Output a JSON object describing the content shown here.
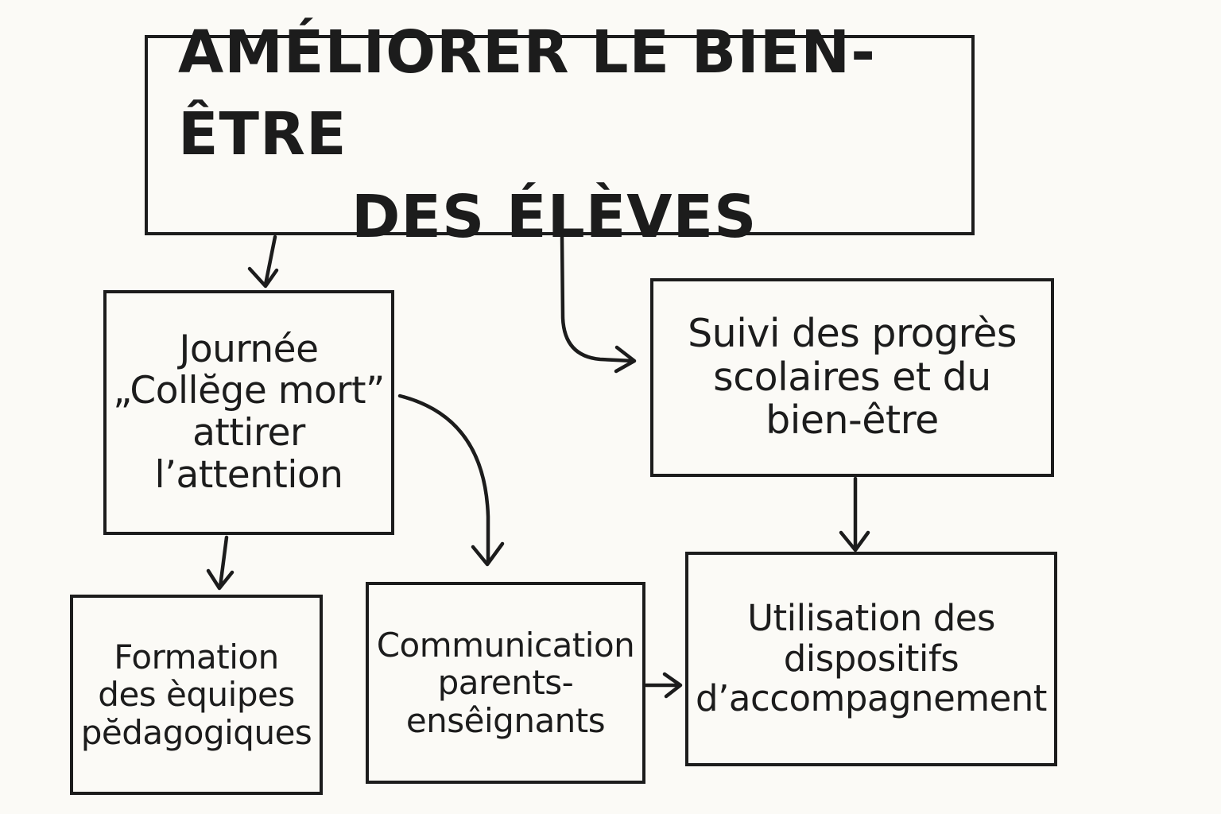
{
  "diagram": {
    "type": "flowchart",
    "style": "hand-drawn",
    "colors": {
      "background": "#fbfaf6",
      "stroke": "#1c1c1c",
      "text": "#1c1c1c"
    },
    "nodes": {
      "root": {
        "id": "root",
        "line1": "AMÉLIORER LE BIEN-ÊTRE",
        "line2": "DES ÉLÈVES"
      },
      "journee": {
        "id": "journee",
        "label": "Journée\n„Collĕge mort”\nattirer\nl’attention"
      },
      "suivi": {
        "id": "suivi",
        "label": "Suivi des progrès\nscolaires et du\nbien-être"
      },
      "formation": {
        "id": "formation",
        "label": "Formation\ndes èquipes\npĕdagogiques"
      },
      "communication": {
        "id": "communication",
        "label": "Communication\nparents-\nensêignants"
      },
      "utilisation": {
        "id": "utilisation",
        "label": "Utilisation des\ndispositifs\nd’accompagnement"
      }
    },
    "edges": [
      {
        "from": "root",
        "to": "journee"
      },
      {
        "from": "root",
        "to": "suivi"
      },
      {
        "from": "journee",
        "to": "formation"
      },
      {
        "from": "journee",
        "to": "communication"
      },
      {
        "from": "suivi",
        "to": "utilisation"
      },
      {
        "from": "communication",
        "to": "utilisation"
      }
    ]
  }
}
